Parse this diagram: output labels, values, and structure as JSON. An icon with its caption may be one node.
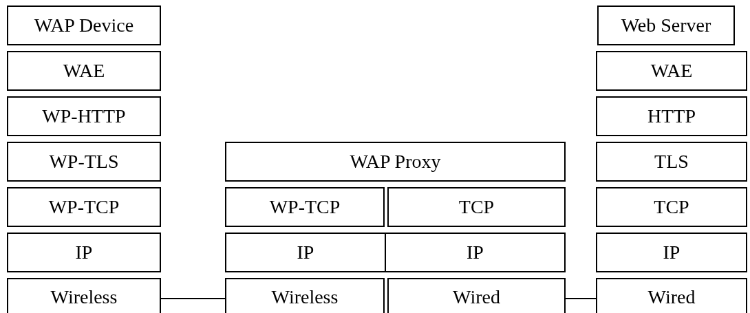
{
  "diagram": {
    "nodes": [
      {
        "text": [
          "WAP Device"
        ]
      },
      {
        "text": [
          "WAE"
        ]
      },
      {
        "text": [
          "WP-HTTP"
        ]
      },
      {
        "text": [
          "WP-TLS"
        ]
      },
      {
        "text": [
          "WP-TCP"
        ]
      },
      {
        "text": [
          "IP"
        ]
      },
      {
        "text": [
          "Wireless"
        ]
      },
      {
        "text": [
          "WAP Proxy"
        ]
      },
      {
        "text": [
          "WP-TCP"
        ]
      },
      {
        "text": [
          "TCP"
        ]
      },
      {
        "text": [
          "IP"
        ]
      },
      {
        "text": [
          "IP"
        ]
      },
      {
        "text": [
          "Wireless"
        ]
      },
      {
        "text": [
          "Wired"
        ]
      },
      {
        "text": [
          "Web Server"
        ]
      },
      {
        "text": [
          "WAE"
        ]
      },
      {
        "text": [
          "HTTP"
        ]
      },
      {
        "text": [
          "TLS"
        ]
      },
      {
        "text": [
          "TCP"
        ]
      },
      {
        "text": [
          "IP"
        ]
      },
      {
        "text": [
          "Wired"
        ]
      }
    ],
    "edges": [
      {
        "from": 6,
        "to": 12,
        "arrow": "none"
      },
      {
        "from": 13,
        "to": 20,
        "arrow": "none"
      }
    ]
  }
}
